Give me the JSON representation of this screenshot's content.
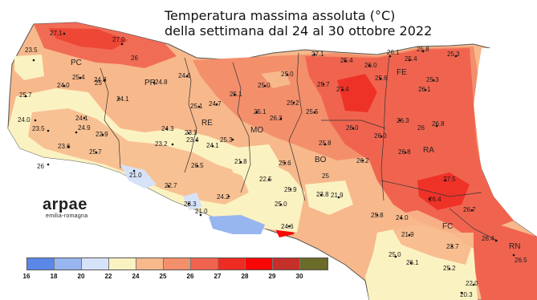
{
  "title": {
    "line1": "Temperatura massima assoluta (°C)",
    "line2": "della settimana dal 24 al 30 ottobre 2022"
  },
  "logo": {
    "name": "arpae",
    "sub": "emilia-romagna"
  },
  "legend": {
    "colors": [
      "#5b87e8",
      "#97b5ef",
      "#d6e2f7",
      "#fbf2c2",
      "#f7b88b",
      "#f38f6b",
      "#f0644f",
      "#ee2c24",
      "#f80707",
      "#c5302a",
      "#6b6b2a"
    ],
    "ticks": [
      "16",
      "18",
      "20",
      "22",
      "24",
      "25",
      "26",
      "27",
      "28",
      "29",
      "30"
    ]
  },
  "cities": [
    "PC",
    "PR",
    "RE",
    "MO",
    "BO",
    "FE",
    "RA",
    "FC",
    "RN"
  ],
  "stations": [
    {
      "v": "27.1"
    },
    {
      "v": "27.0"
    },
    {
      "v": "26"
    },
    {
      "v": "23.5"
    },
    {
      "v": "25.7"
    },
    {
      "v": "24.0"
    },
    {
      "v": "25.4"
    },
    {
      "v": "24.8"
    },
    {
      "v": "24.8"
    },
    {
      "v": "24.6"
    },
    {
      "v": "25.1"
    },
    {
      "v": "24.7"
    },
    {
      "v": "25.1"
    },
    {
      "v": "25.0"
    },
    {
      "v": "25.0"
    },
    {
      "v": "26.1"
    },
    {
      "v": "27.1"
    },
    {
      "v": "25.4"
    },
    {
      "v": "26.0"
    },
    {
      "v": "26.1"
    },
    {
      "v": "25.4"
    },
    {
      "v": "25.8"
    },
    {
      "v": "25.3"
    },
    {
      "v": "24.0"
    },
    {
      "v": "23.5"
    },
    {
      "v": "24.1"
    },
    {
      "v": "25.7"
    },
    {
      "v": "24.9"
    },
    {
      "v": "23.6"
    },
    {
      "v": "24.1"
    },
    {
      "v": "22.9"
    },
    {
      "v": "25.1"
    },
    {
      "v": "25.2"
    },
    {
      "v": "25.5"
    },
    {
      "v": "25.7"
    },
    {
      "v": "27.4"
    },
    {
      "v": "25.6"
    },
    {
      "v": "25.3"
    },
    {
      "v": "26.0"
    },
    {
      "v": "26.3"
    },
    {
      "v": "26.0"
    },
    {
      "v": "26.3"
    },
    {
      "v": "26.8"
    },
    {
      "v": "24.3"
    },
    {
      "v": "23.3"
    },
    {
      "v": "23.2"
    },
    {
      "v": "23.4"
    },
    {
      "v": "24.1"
    },
    {
      "v": "25.3"
    },
    {
      "v": "25.8"
    },
    {
      "v": "26.8"
    },
    {
      "v": "26.2"
    },
    {
      "v": "25.6"
    },
    {
      "v": "21.8"
    },
    {
      "v": "26.5"
    },
    {
      "v": "21.0"
    },
    {
      "v": "22.7"
    },
    {
      "v": "24.2"
    },
    {
      "v": "25.9"
    },
    {
      "v": "23.8"
    },
    {
      "v": "21.9"
    },
    {
      "v": "27.5"
    },
    {
      "v": "26.4"
    },
    {
      "v": "25.8"
    },
    {
      "v": "23.3"
    },
    {
      "v": "21.0"
    },
    {
      "v": "25.0"
    },
    {
      "v": "24.0"
    },
    {
      "v": "21.9"
    },
    {
      "v": "23.7"
    },
    {
      "v": "26.7"
    },
    {
      "v": "22.5"
    },
    {
      "v": "25.0"
    },
    {
      "v": "26.1"
    },
    {
      "v": "22.0"
    },
    {
      "v": "25.2"
    },
    {
      "v": "24.6"
    },
    {
      "v": "20.3"
    },
    {
      "v": "26.5"
    },
    {
      "v": "26.4"
    }
  ]
}
